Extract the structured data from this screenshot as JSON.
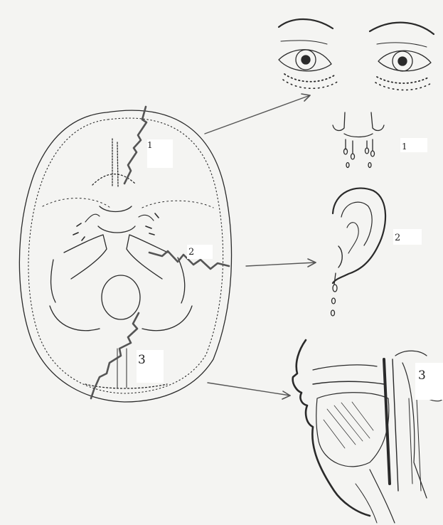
{
  "labels": {
    "skull_fracture_1": "1",
    "nose_1": "1",
    "skull_fracture_2": "2",
    "ear_2": "2",
    "skull_fracture_3": "3",
    "pharynx_3": "3"
  },
  "colors": {
    "background": "#f4f4f2",
    "ink": "#2a2a2a",
    "fracture": "#555555",
    "arrow": "#555555",
    "label_box": "#ffffff"
  }
}
